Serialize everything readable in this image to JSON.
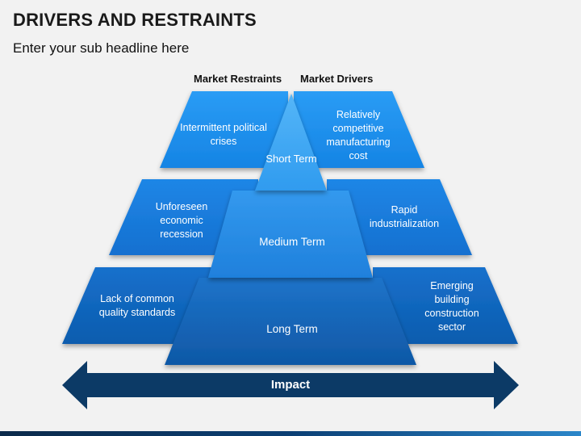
{
  "header": {
    "title": "DRIVERS AND RESTRAINTS",
    "subtitle": "Enter your sub headline here"
  },
  "columns": {
    "restraints_label": "Market Restraints",
    "drivers_label": "Market Drivers"
  },
  "pyramid": {
    "top": "Short Term",
    "middle": "Medium Term",
    "bottom": "Long Term"
  },
  "restraints": [
    "Intermittent political crises",
    "Unforeseen economic recession",
    "Lack of common quality standards"
  ],
  "drivers": [
    "Relatively competitive manufacturing cost",
    "Rapid industrialization",
    "Emerging building construction sector"
  ],
  "impact": {
    "label": "Impact"
  },
  "colors": {
    "tier_top": "#1e90ee",
    "tier_middle": "#1a78d6",
    "tier_bottom": "#0f63b8",
    "pyramid_top": "#3aa3f4",
    "pyramid_middle": "#2a8ae6",
    "pyramid_bottom": "#1668bf",
    "arrow": "#0c3a66"
  }
}
